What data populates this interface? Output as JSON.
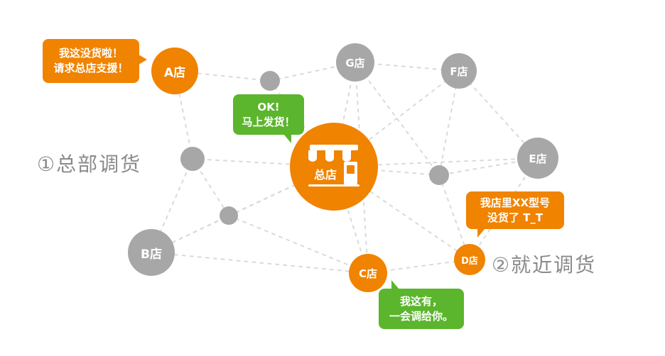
{
  "colors": {
    "orange": "#f08300",
    "green": "#5bb52d",
    "gray_node": "#a7a7a7",
    "dashed_line": "#dadada",
    "heading_text": "#8a8a8a"
  },
  "headings": {
    "left": "①总部调货",
    "right": "②就近调货"
  },
  "center_store": {
    "label": "总店"
  },
  "stores": [
    {
      "id": "A",
      "label": "A店",
      "color": "orange"
    },
    {
      "id": "B",
      "label": "B店",
      "color": "gray"
    },
    {
      "id": "C",
      "label": "C店",
      "color": "orange"
    },
    {
      "id": "D",
      "label": "D店",
      "color": "orange"
    },
    {
      "id": "E",
      "label": "E店",
      "color": "gray"
    },
    {
      "id": "F",
      "label": "F店",
      "color": "gray"
    },
    {
      "id": "G",
      "label": "G店",
      "color": "gray"
    }
  ],
  "speech_bubbles": [
    {
      "speaker": "A店",
      "color": "orange",
      "lines": [
        "我这没货啦！",
        "请求总店支援！"
      ]
    },
    {
      "speaker": "总店",
      "color": "green",
      "lines": [
        "OK!",
        "马上发货！"
      ]
    },
    {
      "speaker": "D店",
      "color": "orange",
      "lines": [
        "我店里XX型号",
        "没货了 T_T"
      ]
    },
    {
      "speaker": "C店",
      "color": "green",
      "lines": [
        "我这有，",
        "一会调给你。"
      ]
    }
  ]
}
